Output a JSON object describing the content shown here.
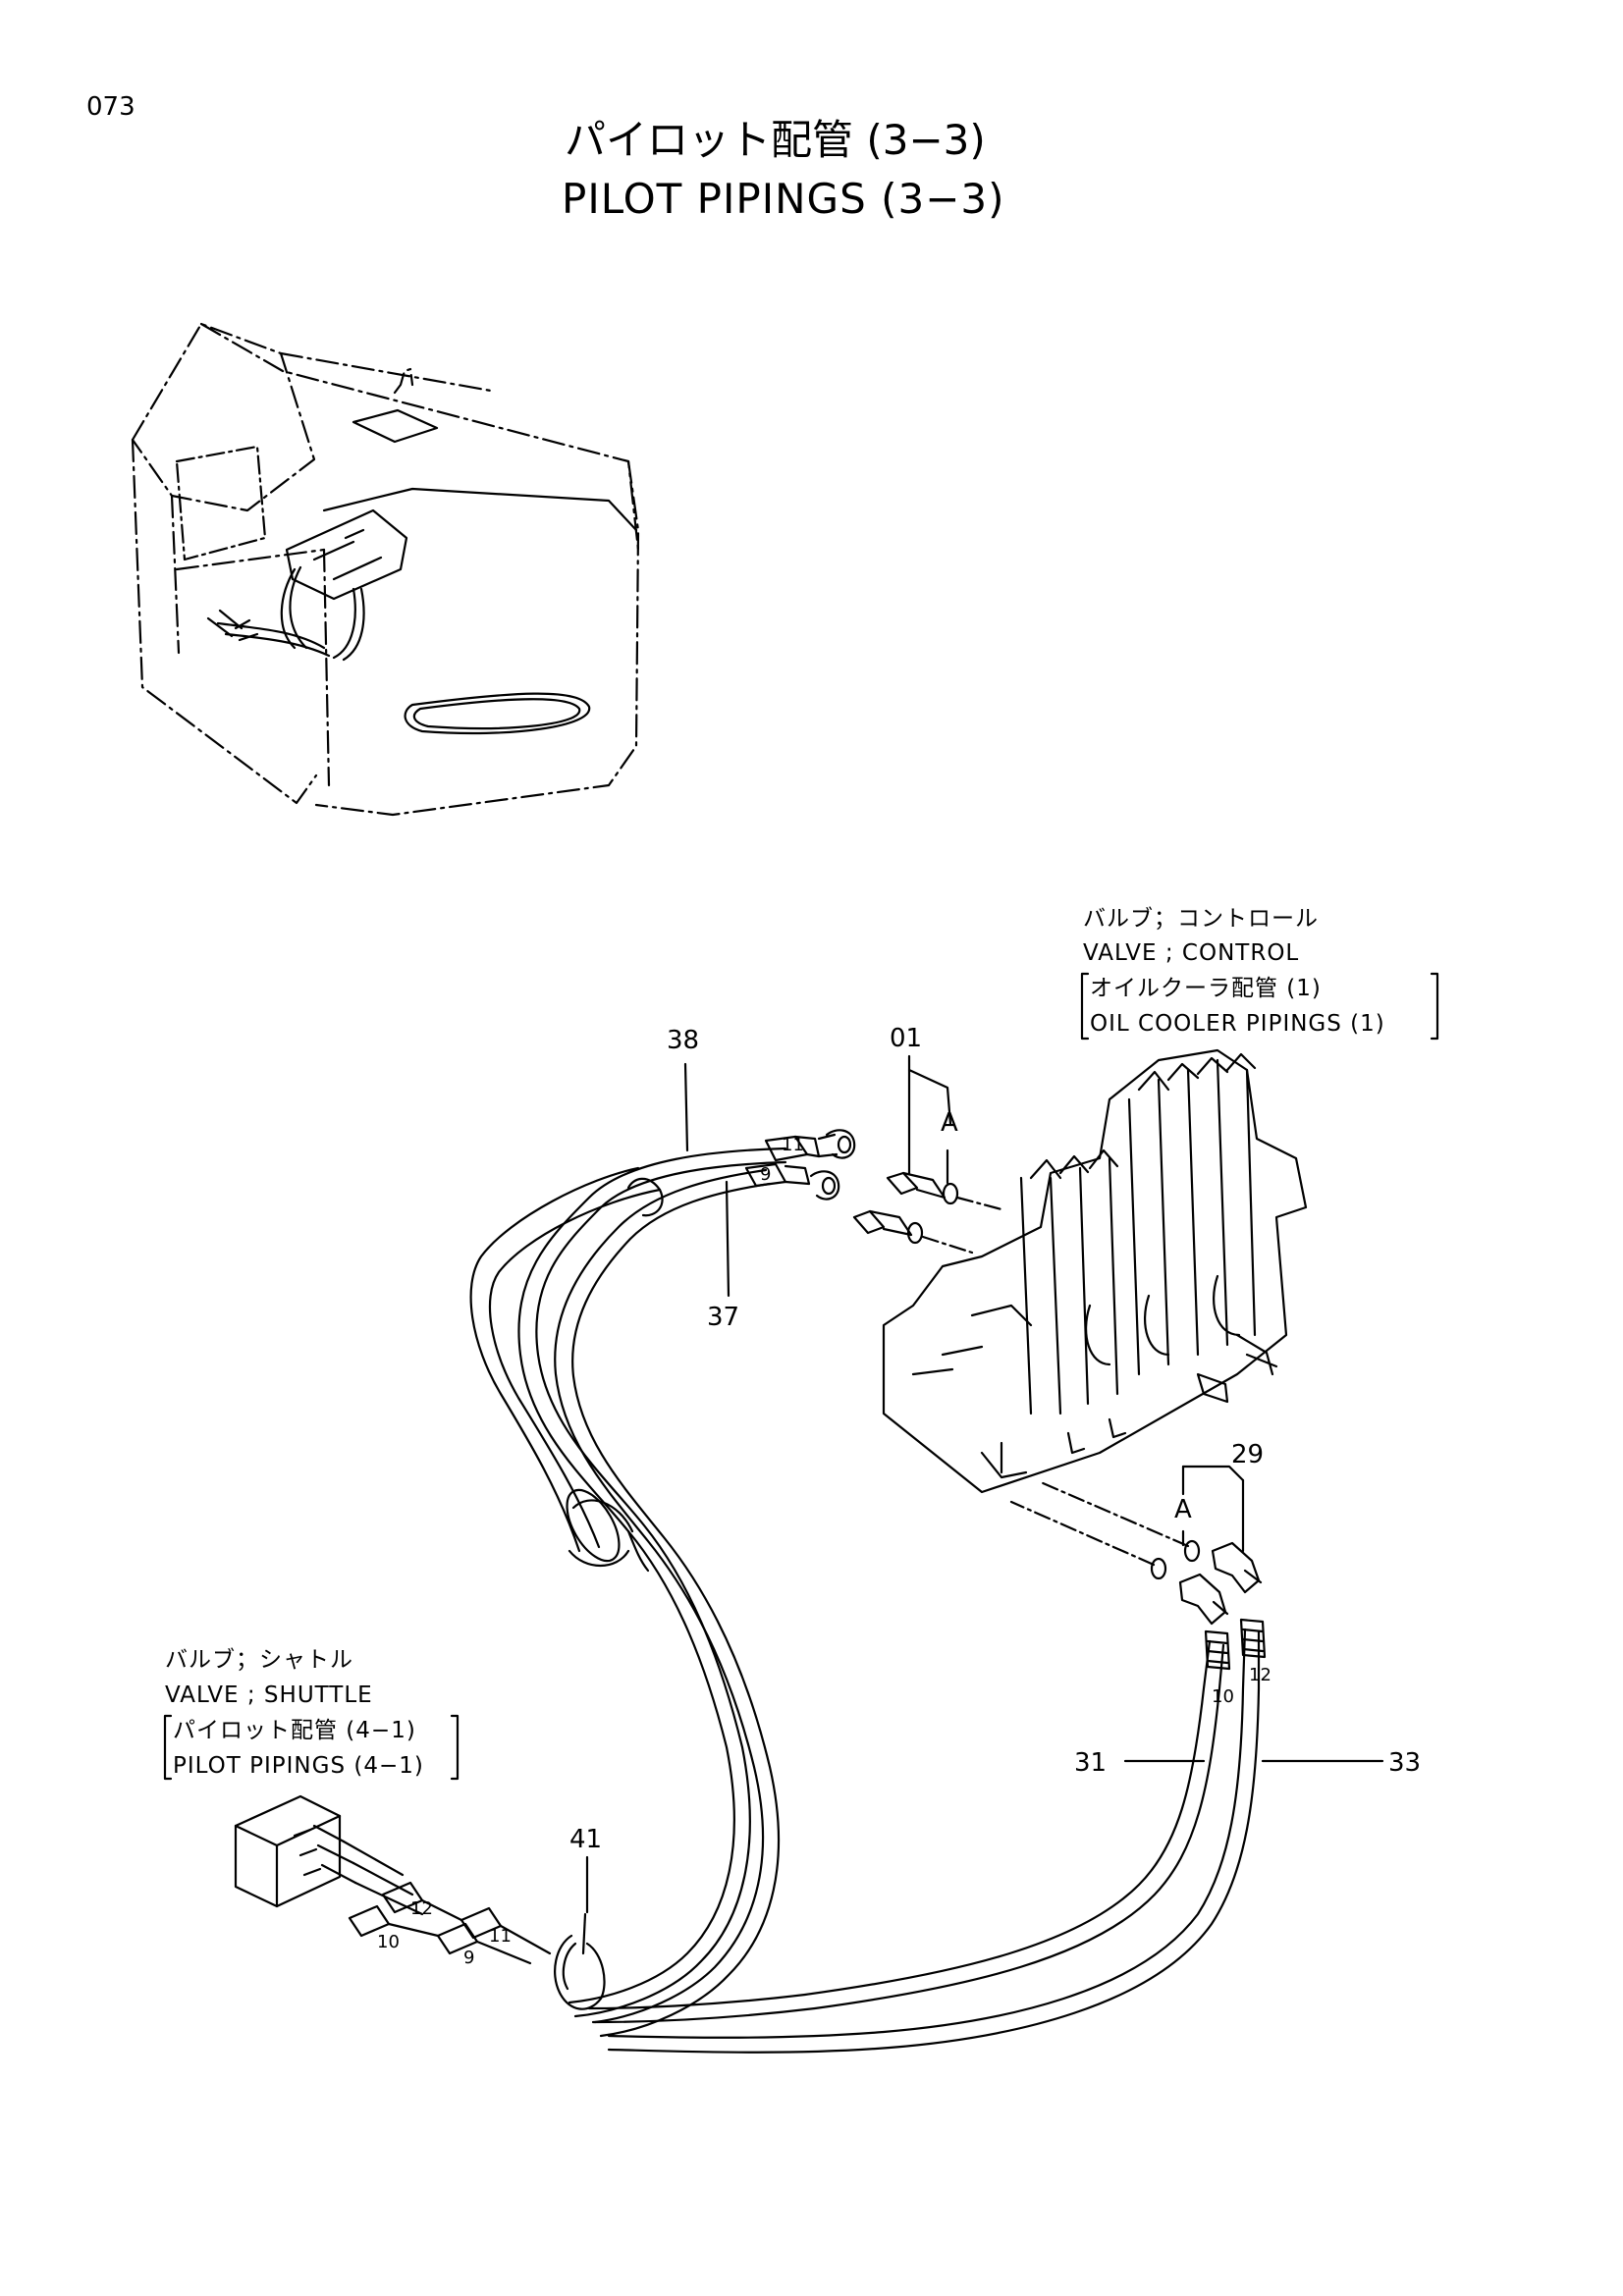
{
  "page": {
    "number": "073",
    "title_jp": "パイロット配管  (3−3)",
    "title_en": "PILOT  PIPINGS  (3−3)"
  },
  "notes": {
    "control_valve": {
      "name_jp": "バルブ；コントロール",
      "name_en": "VALVE ; CONTROL",
      "ref_jp": "オイルクーラ配管 (1)",
      "ref_en": "OIL  COOLER  PIPINGS (1)"
    },
    "shuttle_valve": {
      "name_jp": "バルブ；シャトル",
      "name_en": "VALVE ; SHUTTLE",
      "ref_jp": "パイロット配管 (4−1)",
      "ref_en": "PILOT  PIPINGS (4−1)"
    }
  },
  "callouts": {
    "c01": "01",
    "c38": "38",
    "c37": "37",
    "c29": "29",
    "c31": "31",
    "c33": "33",
    "c41": "41",
    "a_top": "A",
    "a_bottom": "A",
    "end9_top": "9",
    "end11_top": "11",
    "end10_right": "10",
    "end12_right": "12",
    "end12_left": "12",
    "end11_left": "11",
    "end10_left": "10",
    "end9_left": "9"
  }
}
